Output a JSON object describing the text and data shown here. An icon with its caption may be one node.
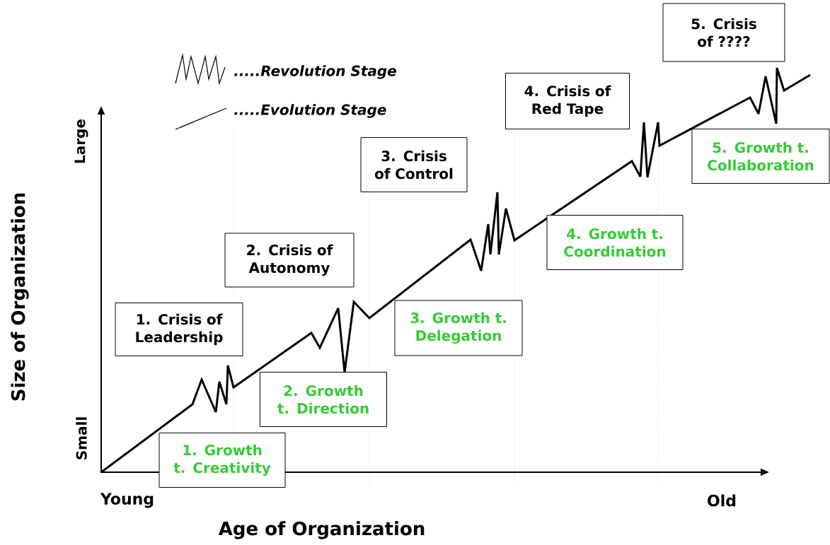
{
  "diagram": {
    "nodes": [
      {
        "text": [
          "1. Crisis of Leadership"
        ]
      },
      {
        "text": [
          "1. Growth t. Creativity"
        ]
      },
      {
        "text": [
          "2. Crisis of Autonomy"
        ]
      },
      {
        "text": [
          "2. Growth t. Direction"
        ]
      },
      {
        "text": [
          "3. Crisis of Control"
        ]
      },
      {
        "text": [
          "3. Growth t. Delegation"
        ]
      },
      {
        "text": [
          "4. Crisis of Red Tape"
        ]
      },
      {
        "text": [
          "4. Growth t. Coordination"
        ]
      },
      {
        "text": [
          "5. Crisis of ????"
        ]
      },
      {
        "text": [
          "5. Growth t. Collaboration"
        ]
      }
    ],
    "labels": [
      "Large",
      "Small",
      "Size of Organization",
      "Young",
      "Old",
      "Age of Organization"
    ],
    "legend": [
      {
        "text": ".....Revolution Stage"
      },
      {
        "text": ".....Evolution Stage"
      }
    ]
  }
}
